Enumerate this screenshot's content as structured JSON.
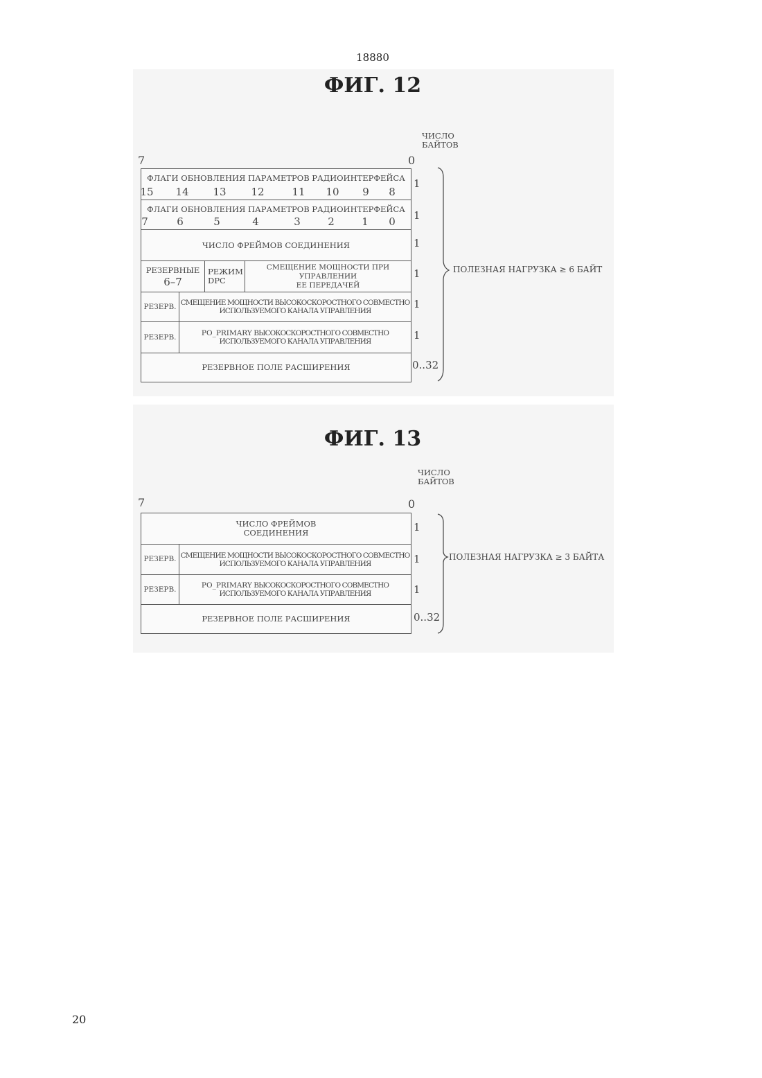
{
  "document": {
    "number": "18880",
    "page_number": "20"
  },
  "fig12": {
    "title": "ФИГ. 12",
    "bytes_caption_line1": "ЧИСЛО",
    "bytes_caption_line2": "БАЙТОВ",
    "bit_high": "7",
    "bit_low": "0",
    "flags_high": {
      "label": "ФЛАГИ ОБНОВЛЕНИЯ ПАРАМЕТРОВ РАДИОИНТЕРФЕЙСА",
      "bits": [
        "15",
        "14",
        "13",
        "12",
        "11",
        "10",
        "9",
        "8"
      ],
      "bytes": "1"
    },
    "flags_low": {
      "label": "ФЛАГИ ОБНОВЛЕНИЯ ПАРАМЕТРОВ РАДИОИНТЕРФЕЙСА",
      "bits": [
        "7",
        "6",
        "5",
        "4",
        "3",
        "2",
        "1",
        "0"
      ],
      "bytes": "1"
    },
    "cfn": {
      "label": "ЧИСЛО ФРЕЙМОВ СОЕДИНЕНИЯ",
      "bytes": "1"
    },
    "dpc_row": {
      "reserved_label": "РЕЗЕРВНЫЕ",
      "reserved_bits": "6–7",
      "dpc_mode_line1": "РЕЖИМ",
      "dpc_mode_line2": "DPC",
      "offset_line1": "СМЕЩЕНИЕ МОЩНОСТИ ПРИ УПРАВЛЕНИИ",
      "offset_line2": "ЕЕ ПЕРЕДАЧЕЙ",
      "bytes": "1"
    },
    "hs_offset": {
      "reserved": "РЕЗЕРВ.",
      "line1": "СМЕЩЕНИЕ МОЩНОСТИ ВЫСОКОСКОРОСТНОГО СОВМЕСТНО",
      "line2": "ИСПОЛЬЗУЕМОГО КАНАЛА УПРАВЛЕНИЯ",
      "bytes": "1"
    },
    "po_primary": {
      "reserved": "РЕЗЕРВ.",
      "line1_prefix": "PO_PRIMARY",
      "line1_rest": "ВЫСОКОСКОРОСТНОГО СОВМЕСТНО",
      "line2": "ИСПОЛЬЗУЕМОГО КАНАЛА УПРАВЛЕНИЯ",
      "bytes": "1"
    },
    "spare_ext": {
      "label": "РЕЗЕРВНОЕ ПОЛЕ РАСШИРЕНИЯ",
      "bytes": "0..32"
    },
    "payload_label": "ПОЛЕЗНАЯ НАГРУЗКА ≥ 6 БАЙТ"
  },
  "fig13": {
    "title": "ФИГ. 13",
    "bytes_caption_line1": "ЧИСЛО",
    "bytes_caption_line2": "БАЙТОВ",
    "bit_high": "7",
    "bit_low": "0",
    "cfn": {
      "line1": "ЧИСЛО ФРЕЙМОВ",
      "line2": "СОЕДИНЕНИЯ",
      "bytes": "1"
    },
    "hs_offset": {
      "reserved": "РЕЗЕРВ.",
      "line1": "СМЕЩЕНИЕ МОЩНОСТИ ВЫСОКОСКОРОСТНОГО СОВМЕСТНО",
      "line2": "ИСПОЛЬЗУЕМОГО КАНАЛА УПРАВЛЕНИЯ",
      "bytes": "1"
    },
    "po_primary": {
      "reserved": "РЕЗЕРВ.",
      "line1_prefix": "PO_PRIMARY",
      "line1_rest": "ВЫСОКОСКОРОСТНОГО СОВМЕСТНО",
      "line2": "ИСПОЛЬЗУЕМОГО КАНАЛА УПРАВЛЕНИЯ",
      "bytes": "1"
    },
    "spare_ext": {
      "label": "РЕЗЕРВНОЕ ПОЛЕ РАСШИРЕНИЯ",
      "bytes": "0..32"
    },
    "payload_label": "ПОЛЕЗНАЯ НАГРУЗКА ≥ 3 БАЙТА"
  }
}
